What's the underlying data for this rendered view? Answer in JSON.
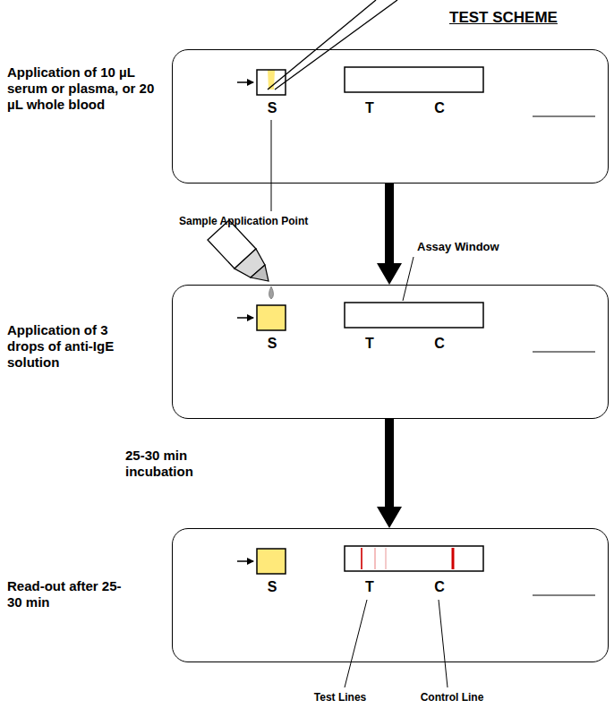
{
  "diagram": {
    "title": "TEST SCHEME",
    "nodes": [
      {
        "text": [
          "S",
          "T",
          "C"
        ]
      },
      {
        "text": [
          "S",
          "T",
          "C"
        ]
      },
      {
        "text": [
          "S",
          "T",
          "C"
        ]
      }
    ],
    "edges": [
      {
        "from": 0,
        "to": 1,
        "arrow": "to"
      },
      {
        "from": 1,
        "to": 2,
        "arrow": "to"
      }
    ],
    "labels": [
      "Application of 10 µL serum or plasma, or 20 µL whole blood",
      "Sample Application Point",
      "Application of 3 drops of anti-IgE solution",
      "Assay Window",
      "25-30 min incubation",
      "Read-out after 25-30 min",
      "Test Lines",
      "Control Line"
    ]
  }
}
